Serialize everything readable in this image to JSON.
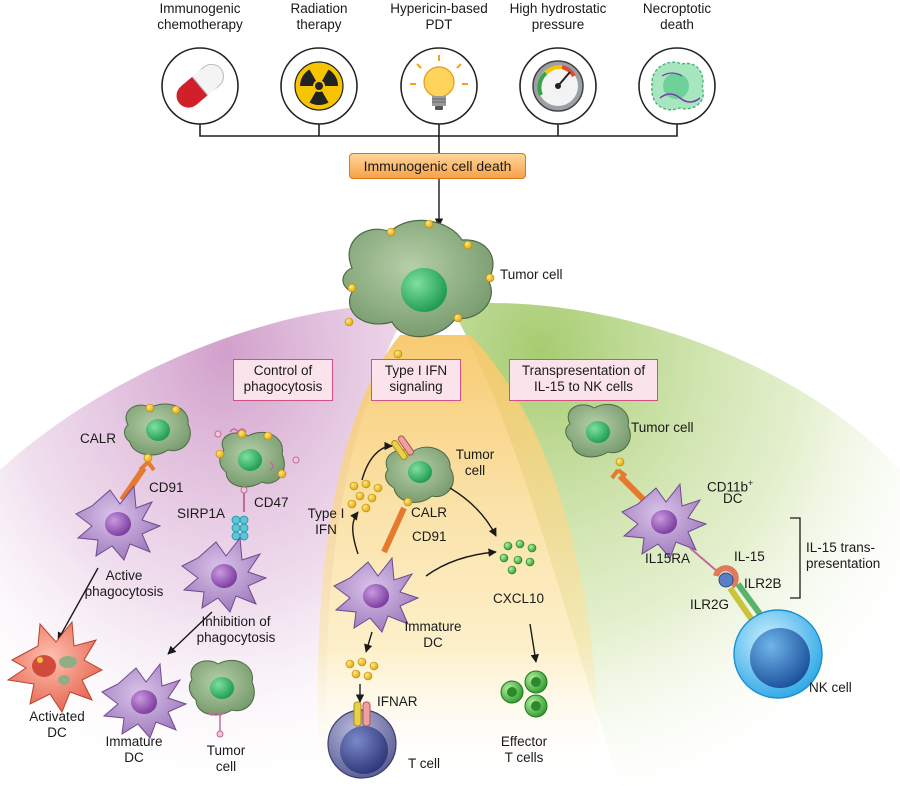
{
  "treatments": [
    {
      "label": "Immunogenic\nchemotherapy",
      "icon": "pill-capsule-icon"
    },
    {
      "label": "Radiation\ntherapy",
      "icon": "radiation-icon"
    },
    {
      "label": "Hypericin-based\nPDT",
      "icon": "light-bulb-icon"
    },
    {
      "label": "High hydrostatic\npressure",
      "icon": "pressure-gauge-icon"
    },
    {
      "label": "Necroptotic\ndeath",
      "icon": "necroptotic-cell-icon"
    }
  ],
  "central": {
    "label": "Immunogenic cell death",
    "tumor_label": "Tumor cell"
  },
  "panels": {
    "left_title": "Control of\nphagocytosis",
    "middle_title": "Type I IFN\nsignaling",
    "right_title": "Transpresentation of\nIL-15 to NK cells"
  },
  "left_labels": {
    "calr": "CALR",
    "cd91": "CD91",
    "cd47": "CD47",
    "sirp1a": "SIRP1A",
    "active": "Active\nphagocytosis",
    "inhibition": "Inhibition of\nphagocytosis",
    "activated_dc": "Activated\nDC",
    "immature_dc": "Immature\nDC",
    "tumor_cell": "Tumor\ncell"
  },
  "middle_labels": {
    "tumor_cell": "Tumor\ncell",
    "type1_ifn": "Type I\nIFN",
    "calr": "CALR",
    "cd91": "CD91",
    "cxcl10": "CXCL10",
    "immature_dc": "Immature\nDC",
    "ifnar": "IFNAR",
    "t_cell": "T cell",
    "effector": "Effector\nT cells"
  },
  "right_labels": {
    "tumor_cell": "Tumor cell",
    "cd11b": "CD11b",
    "cd11b_sup": "+",
    "dc": "DC",
    "il15ra": "IL15RA",
    "il15": "IL-15",
    "ilr2b": "ILR2B",
    "ilr2g": "ILR2G",
    "bracket": "IL-15 trans-\npresentation",
    "nk_cell": "NK cell"
  },
  "colors": {
    "pink": "#d6a7cf",
    "yellow": "#f8d57e",
    "green": "#b9d87e",
    "tumor": "#8fae84",
    "dc": "#b38ccb",
    "activated": "#f0806a",
    "orange_box": "#f6a34a",
    "nk": "#3ab3ea"
  }
}
